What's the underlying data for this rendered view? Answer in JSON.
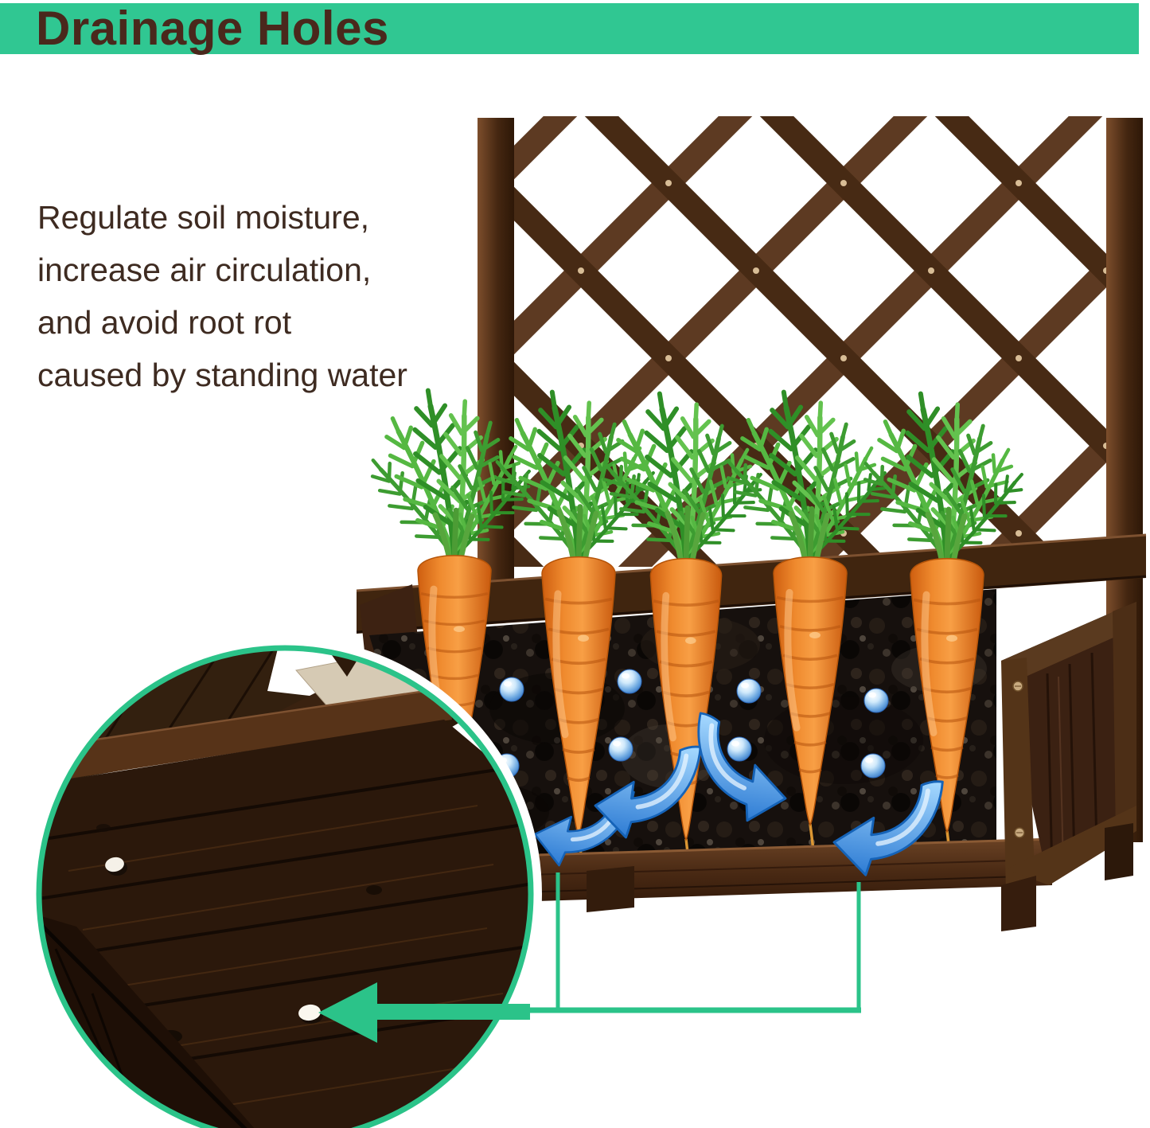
{
  "banner": {
    "title": "Drainage Holes",
    "bg_color": "#30c792",
    "text_color": "#4a281c"
  },
  "description": {
    "lines": [
      "Regulate soil moisture,",
      "increase air circulation,",
      "and avoid root rot",
      "caused by standing water"
    ],
    "text_color": "#3e2b21"
  },
  "colors": {
    "accent_teal": "#2bc389",
    "banner_green": "#30c792",
    "arrow_blue": "#3c8fdf",
    "droplet_blue": "#7fb8e8",
    "carrot_orange": "#ef8a2e",
    "leaf_green": "#55b842",
    "wood_dark": "#3b2112",
    "soil_dark": "#16100d",
    "hole_white": "#f5f1e8"
  },
  "photo": {
    "alt": "Wooden trellis planter box with five carrots in a soil cutaway, water droplets and blue circulation arrows, and a magnified circle showing a drainage hole inside the empty planter pointed at by a teal arrow",
    "carrot_count": 5,
    "water_droplet_count": 8,
    "airflow_arrow_count": 4,
    "drainage_hole_count": 2
  }
}
